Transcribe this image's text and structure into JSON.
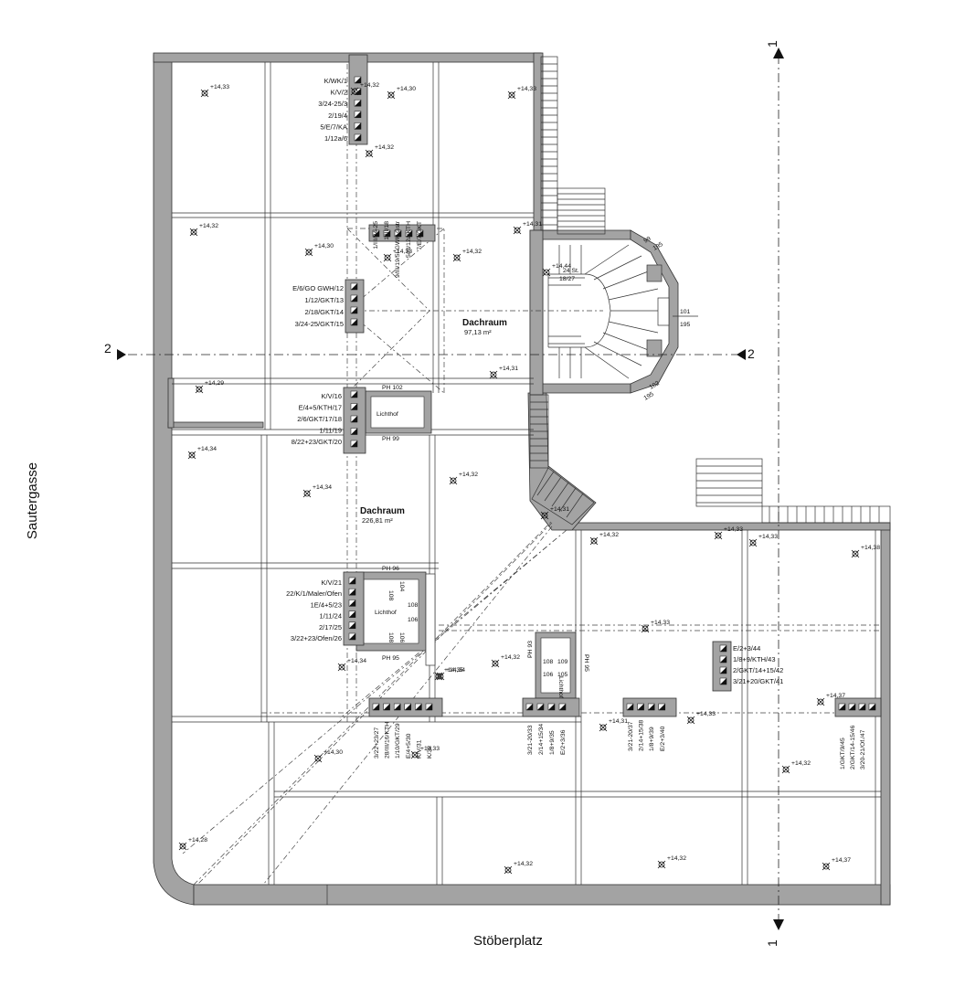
{
  "streets": {
    "left": "Sautergasse",
    "bottom": "Stöberplatz"
  },
  "section_marks": {
    "s1_top": "1",
    "s1_bottom": "1",
    "s2_left": "2",
    "s2_right": "2"
  },
  "rooms": {
    "dachraum_1": {
      "name": "Dachraum",
      "area": "97,13 m²"
    },
    "dachraum_2": {
      "name": "Dachraum",
      "area": "226,81 m²"
    }
  },
  "lichthof": "Lichthof",
  "levels": [
    "+14,33",
    "+14,32",
    "+14,30",
    "+14,33",
    "+14,32",
    "+14,32",
    "+14,30",
    "+14,33",
    "+14,31",
    "+14,32",
    "+14,29",
    "+14,31",
    "+14,34",
    "+14,34",
    "+14,32",
    "+14,31",
    "+14,32",
    "+14,33",
    "+14,33",
    "+14,38",
    "+14,33",
    "+14,32",
    "+14,34",
    "+14,34",
    "+14,35",
    "+14,37",
    "+14,31",
    "+14,33",
    "+14,30",
    "+14,33",
    "+14,32",
    "+14,28",
    "+14,32",
    "+14,32",
    "+14,37",
    "+14,44"
  ],
  "chimneys": {
    "c1": [
      "K/WK/1",
      "K/V/2",
      "3/24-25/3",
      "2/19/4",
      "5/E/7/KA",
      "1/12a/6"
    ],
    "c2": [
      "1/III/24-25",
      "1/III/18",
      "9/III/19/5I-GWH Gstr",
      "5/III/12a/KTH",
      "7/E/7/GKT"
    ],
    "c3": [
      "E/6/GO GWH/12",
      "1/12/GKT/13",
      "2/18/GKT/14",
      "3/24-25/GKT/15"
    ],
    "c4": [
      "K/V/16",
      "E/4+5/KTH/17",
      "2/6/GKT/17/18",
      "1/11/19",
      "8/22+23/GKT/20"
    ],
    "c5": [
      "K/V/21",
      "22/K/1/Maler/Ofen",
      "1E/4+5/23",
      "1/11/24",
      "2/17/25",
      "3/22+23/Ofen/26"
    ],
    "c6": [
      "3/22+23/27",
      "28/III/16/KTH",
      "1/10/GKT/29",
      "E/4+5/30",
      "K/V/31",
      "K/32"
    ],
    "c7": [
      "3/21-20/33",
      "2/14+15/34",
      "1/8+9/35",
      "E/2+3/36"
    ],
    "c8": [
      "3/21-20/37",
      "2/14+15/38",
      "1/8+9/39",
      "E/2+3/40"
    ],
    "c9": [
      "E/2+3/44",
      "1/8+9/KTH/43",
      "2/GKT/14+15/42",
      "3/21+20/GKT/41"
    ],
    "c10": [
      "1/GKT/9/45",
      "2/GKT/14-15/46",
      "3/20-21/Of./47"
    ]
  },
  "shaft_labels": {
    "ph102": "PH 102",
    "ph99": "PH 99",
    "ph96": "PH 96",
    "ph95": "PH 95",
    "ph93": "PH 93",
    "ph95b": "PH 95",
    "d108a": "108",
    "d104": "104",
    "d108b": "108",
    "d106a": "106",
    "d108c": "108",
    "d106b": "106",
    "d109": "109",
    "d105": "105",
    "d108d": "108",
    "d106c": "106"
  },
  "stair": {
    "steps": "24 St.",
    "step_size": "18/27",
    "dim_99": "99",
    "dim_195a": "195",
    "dim_101": "101",
    "dim_195b": "195",
    "dim_102": "102",
    "dim_195c": "195"
  },
  "colors": {
    "wall": "#a3a3a3",
    "line": "#333333",
    "background": "#ffffff"
  }
}
